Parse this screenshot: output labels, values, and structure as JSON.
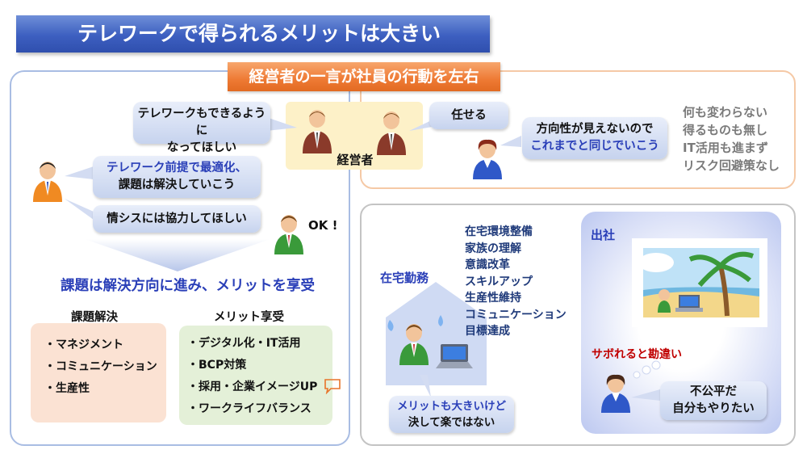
{
  "title": "テレワークで得られるメリットは大きい",
  "banner": "経営者の一言が社員の行動を左右",
  "left_panel": {
    "bubble_boss_left": [
      "テレワークもできるように",
      "なってほしい"
    ],
    "bubble_employee_1": [
      "テレワーク前提で最適化、",
      "課題は解決していこう"
    ],
    "bubble_employee_2": "情シスには協力してほしい",
    "ok_label": "OK !",
    "result": "課題は解決方向に進み、メリットを享受",
    "issues_heading": "課題解決",
    "issues": [
      "・マネジメント",
      "・コミュニケーション",
      "・生産性"
    ],
    "merits_heading": "メリット享受",
    "merits": [
      "・デジタル化・IT活用",
      "・BCP対策",
      "・採用・企業イメージUP",
      "・ワークライフバランス"
    ]
  },
  "boss_label": "経営者",
  "top_right": {
    "bubble_boss_right": "任せる",
    "bubble_employee": [
      "方向性が見えないので",
      "これまでと同じでいこう"
    ],
    "outcomes": [
      "何も変わらない",
      "得るものも無し",
      "IT活用も進まず",
      "リスク回避策なし"
    ]
  },
  "bottom_right": {
    "home_label": "在宅勤務",
    "home_tasks": [
      "在宅環境整備",
      "家族の理解",
      "意識改革",
      "スキルアップ",
      "生産性維持",
      "コミュニケーション",
      "目標達成"
    ],
    "home_bubble": [
      "メリットも大きいけど",
      "決して楽ではない"
    ],
    "office_label": "出社",
    "office_caption": "サボれると勘違い",
    "office_bubble": [
      "不公平だ",
      "自分もやりたい"
    ]
  },
  "colors": {
    "title_blue": "#3d5fc0",
    "banner_orange": "#ee7a34",
    "accent_blue": "#2a3fb8",
    "accent_red": "#c00000",
    "outcome_gray": "#7a7a7a"
  }
}
